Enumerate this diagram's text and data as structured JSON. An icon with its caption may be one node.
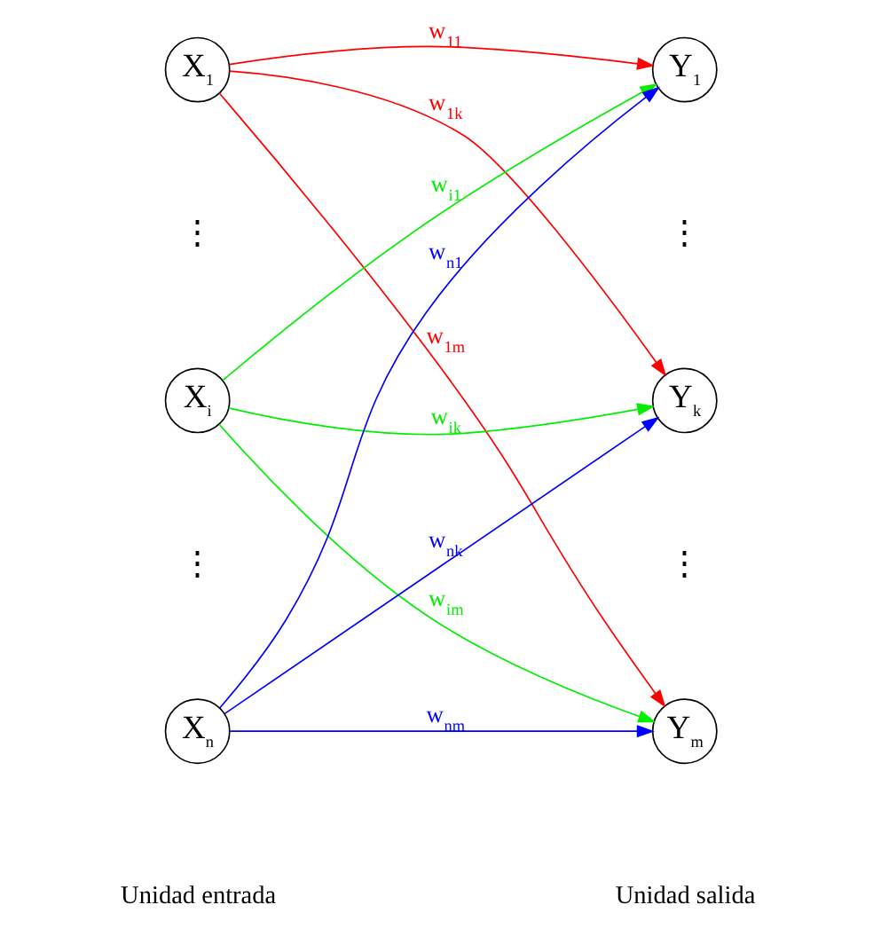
{
  "diagram": {
    "nodes": [
      {
        "text": [
          "X$_{1}$"
        ]
      },
      {
        "text": [
          "X$_{i}$"
        ]
      },
      {
        "text": [
          "X$_{n}$"
        ]
      },
      {
        "text": [
          "Y$_{1}$"
        ]
      },
      {
        "text": [
          "Y$_{k}$"
        ]
      },
      {
        "text": [
          "Y$_{m}$"
        ]
      }
    ],
    "edges": [
      {
        "from": 0,
        "to": 3,
        "arrow": "to",
        "label": "w$_{11}$",
        "color": "#ff0000"
      },
      {
        "from": 0,
        "to": 4,
        "arrow": "to",
        "label": "w$_{1k}$",
        "color": "#ff0000"
      },
      {
        "from": 0,
        "to": 5,
        "arrow": "to",
        "label": "w$_{1m}$",
        "color": "#ff0000"
      },
      {
        "from": 1,
        "to": 3,
        "arrow": "to",
        "label": "w$_{i1}$",
        "color": "#00ee00"
      },
      {
        "from": 1,
        "to": 4,
        "arrow": "to",
        "label": "w$_{ik}$",
        "color": "#00ee00"
      },
      {
        "from": 1,
        "to": 5,
        "arrow": "to",
        "label": "w$_{im}$",
        "color": "#00ee00"
      },
      {
        "from": 2,
        "to": 3,
        "arrow": "to",
        "label": "w$_{n1}$",
        "color": "#0000ff"
      },
      {
        "from": 2,
        "to": 4,
        "arrow": "to",
        "label": "w$_{nk}$",
        "color": "#0000ff"
      },
      {
        "from": 2,
        "to": 5,
        "arrow": "to",
        "label": "w$_{nm}$",
        "color": "#0000ff"
      }
    ],
    "labels": [
      "⋮",
      "⋮",
      "⋮",
      "⋮",
      "Unidad entrada",
      "Unidad salida"
    ]
  }
}
